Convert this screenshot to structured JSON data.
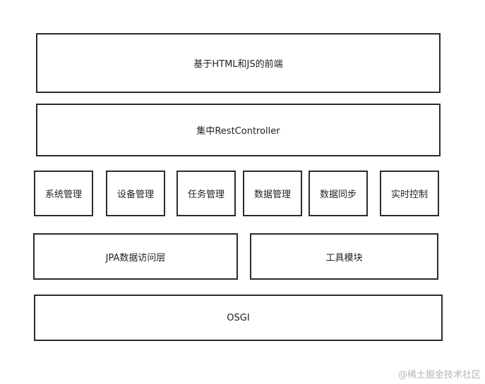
{
  "layers": {
    "frontend": "基于HTML和JS的前端",
    "rest_controller": "集中RestController",
    "modules": [
      "系统管理",
      "设备管理",
      "任务管理",
      "数据管理",
      "数据同步",
      "实时控制"
    ],
    "jpa_layer": "JPA数据访问层",
    "tool_module": "工具模块",
    "osgi": "OSGI"
  },
  "watermark": "@稀土掘金技术社区"
}
